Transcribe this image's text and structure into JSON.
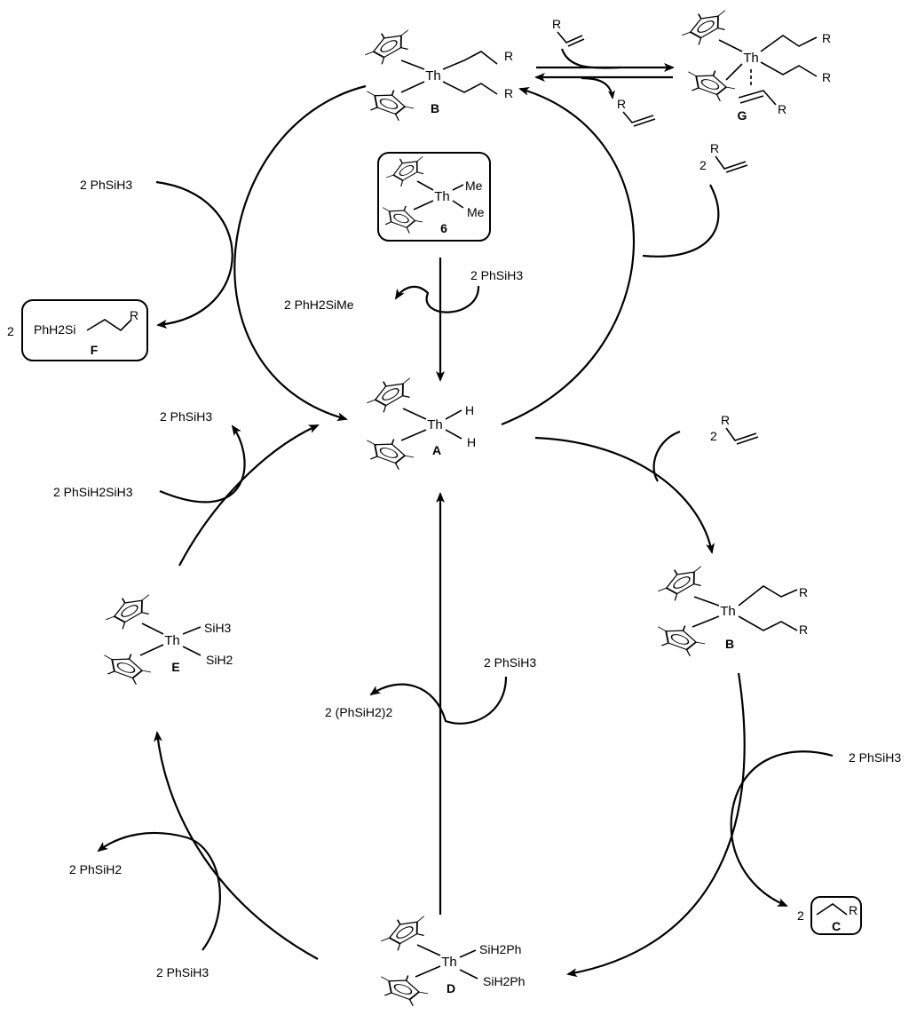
{
  "metal": "Th",
  "ligands": {
    "methyl": "Me",
    "hydride": "H",
    "R": "R"
  },
  "silyl_ligands": {
    "e_sih3": "SiH3",
    "e_sih2": "SiH2",
    "d_sih2ph": "SiH2Ph"
  },
  "compounds": {
    "A": "A",
    "B": "B",
    "C": "C",
    "D": "D",
    "E": "E",
    "F": "F",
    "G": "G",
    "precursor": "6"
  },
  "fragments": {
    "phh2si": "PhH2Si",
    "coeff_2": "2"
  },
  "reagents": {
    "left_top_in": "2 PhSiH3",
    "center_out": "2 PhH2SiMe",
    "center_in": "2 PhSiH3",
    "left_mid_out": "2 PhSiH3",
    "left_mid_in": "2 PhSiH2SiH3",
    "center_low_in": "2 PhSiH3",
    "center_low_out": "2 (PhSiH2)2",
    "left_low_out": "2 PhSiH2",
    "left_low_in": "2 PhSiH3",
    "right_low_in": "2 PhSiH3"
  },
  "colors": {
    "ink": "#000000",
    "background": "#ffffff"
  }
}
